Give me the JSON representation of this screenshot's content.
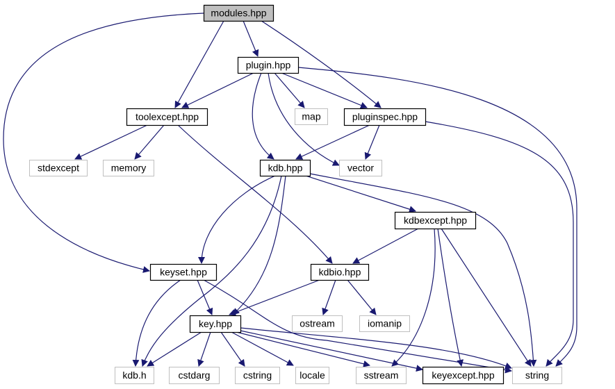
{
  "colors": {
    "edge": "#191970",
    "root_fill": "#bfbfbf",
    "local_border": "#000000",
    "system_border": "#bfbfbf",
    "system_text": "#000000"
  },
  "nodes": [
    {
      "id": "modules",
      "label": "modules.hpp",
      "kind": "root"
    },
    {
      "id": "plugin",
      "label": "plugin.hpp",
      "kind": "local"
    },
    {
      "id": "toolexcept",
      "label": "toolexcept.hpp",
      "kind": "local"
    },
    {
      "id": "map",
      "label": "map",
      "kind": "system"
    },
    {
      "id": "pluginspec",
      "label": "pluginspec.hpp",
      "kind": "local"
    },
    {
      "id": "stdexcept",
      "label": "stdexcept",
      "kind": "system"
    },
    {
      "id": "memory",
      "label": "memory",
      "kind": "system"
    },
    {
      "id": "kdb",
      "label": "kdb.hpp",
      "kind": "local"
    },
    {
      "id": "vector",
      "label": "vector",
      "kind": "system"
    },
    {
      "id": "kdbexcept",
      "label": "kdbexcept.hpp",
      "kind": "local"
    },
    {
      "id": "keyset",
      "label": "keyset.hpp",
      "kind": "local"
    },
    {
      "id": "kdbio",
      "label": "kdbio.hpp",
      "kind": "local"
    },
    {
      "id": "ostream",
      "label": "ostream",
      "kind": "system"
    },
    {
      "id": "iomanip",
      "label": "iomanip",
      "kind": "system"
    },
    {
      "id": "key",
      "label": "key.hpp",
      "kind": "local"
    },
    {
      "id": "kdbh",
      "label": "kdb.h",
      "kind": "system"
    },
    {
      "id": "cstdarg",
      "label": "cstdarg",
      "kind": "system"
    },
    {
      "id": "cstring",
      "label": "cstring",
      "kind": "system"
    },
    {
      "id": "locale",
      "label": "locale",
      "kind": "system"
    },
    {
      "id": "sstream",
      "label": "sstream",
      "kind": "system"
    },
    {
      "id": "keyexcept",
      "label": "keyexcept.hpp",
      "kind": "local"
    },
    {
      "id": "string",
      "label": "string",
      "kind": "system"
    }
  ],
  "edges": [
    [
      "modules",
      "plugin"
    ],
    [
      "modules",
      "toolexcept"
    ],
    [
      "modules",
      "pluginspec"
    ],
    [
      "modules",
      "keyset"
    ],
    [
      "plugin",
      "toolexcept"
    ],
    [
      "plugin",
      "kdb"
    ],
    [
      "plugin",
      "map"
    ],
    [
      "plugin",
      "vector"
    ],
    [
      "plugin",
      "pluginspec"
    ],
    [
      "plugin",
      "string"
    ],
    [
      "toolexcept",
      "stdexcept"
    ],
    [
      "toolexcept",
      "memory"
    ],
    [
      "toolexcept",
      "kdbio"
    ],
    [
      "pluginspec",
      "kdb"
    ],
    [
      "pluginspec",
      "vector"
    ],
    [
      "pluginspec",
      "string"
    ],
    [
      "kdb",
      "keyset"
    ],
    [
      "kdb",
      "key"
    ],
    [
      "kdb",
      "kdbh"
    ],
    [
      "kdb",
      "kdbexcept"
    ],
    [
      "kdb",
      "string"
    ],
    [
      "kdbexcept",
      "kdbio"
    ],
    [
      "kdbexcept",
      "sstream"
    ],
    [
      "kdbexcept",
      "keyexcept"
    ],
    [
      "kdbexcept",
      "string"
    ],
    [
      "keyset",
      "kdbh"
    ],
    [
      "keyset",
      "key"
    ],
    [
      "keyset",
      "string"
    ],
    [
      "kdbio",
      "key"
    ],
    [
      "kdbio",
      "ostream"
    ],
    [
      "kdbio",
      "iomanip"
    ],
    [
      "key",
      "kdbh"
    ],
    [
      "key",
      "cstdarg"
    ],
    [
      "key",
      "cstring"
    ],
    [
      "key",
      "locale"
    ],
    [
      "key",
      "sstream"
    ],
    [
      "key",
      "keyexcept"
    ],
    [
      "key",
      "string"
    ]
  ]
}
